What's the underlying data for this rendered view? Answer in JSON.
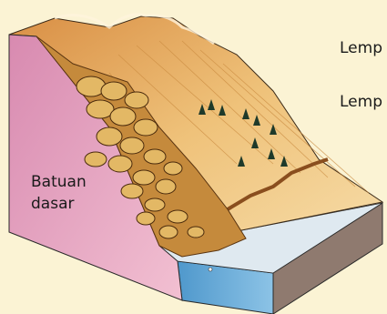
{
  "labels": {
    "bedrock_line1": "Batuan",
    "bedrock_line2": "dasar",
    "upper_right": "Lemp",
    "middle_right": "Lemp"
  },
  "colors": {
    "background": "#fbf3d4",
    "bedrock_face": "#e9a9c0",
    "slope": "#e9b468",
    "debris": "#c9903e",
    "water": "#6aaed8",
    "trees": "#1f3a2a"
  },
  "icons": [
    "tree-icon",
    "boulder-icon"
  ]
}
